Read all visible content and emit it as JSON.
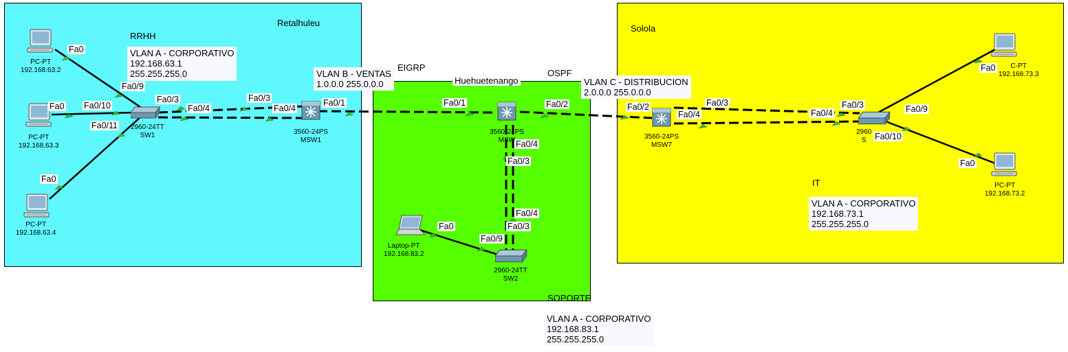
{
  "zones": {
    "retalhuleu": "Retalhuleu",
    "huehuetenango": "Huehuetenango",
    "solola": "Solola"
  },
  "protocols": {
    "eigrp": "EIGRP",
    "ospf": "OSPF"
  },
  "notes": {
    "rrhh": "RRHH",
    "vlan_a_ret": [
      "VLAN A - CORPORATIVO",
      "192.168.63.1",
      "255.255.255.0"
    ],
    "vlan_b": [
      "VLAN B - VENTAS",
      "1.0.0.0 255.0.0.0"
    ],
    "vlan_c": [
      "VLAN C - DISTRIBUCION",
      "2.0.0.0 255.0.0.0"
    ],
    "it": "IT",
    "vlan_a_sol": [
      "VLAN A - CORPORATIVO",
      "192.168.73.1",
      "255.255.255.0"
    ],
    "soporte": "SOPORTE",
    "vlan_a_hue": [
      "VLAN A - CORPORATIVO",
      "192.168.83.1",
      "255.255.255.0"
    ]
  },
  "devices": {
    "pc1": {
      "model": "PC-PT",
      "ip": "192.168.63.2",
      "icon": "pc-icon"
    },
    "pc2": {
      "model": "PC-PT",
      "ip": "192.168.63.3",
      "icon": "pc-icon"
    },
    "pc3": {
      "model": "PC-PT",
      "ip": "192.168.63.4",
      "icon": "pc-icon"
    },
    "sw1": {
      "model": "2960-24TT",
      "name": "SW1",
      "icon": "switch-icon"
    },
    "msw1": {
      "model": "3560-24PS",
      "name": "MSW1",
      "icon": "multilayer-switch-icon"
    },
    "mswh": {
      "model": "3560-24PS",
      "name": "MSW",
      "icon": "multilayer-switch-icon"
    },
    "sw2": {
      "model": "2960-24TT",
      "name": "SW2",
      "icon": "switch-icon"
    },
    "laptop": {
      "model": "Laptop-PT",
      "ip": "192.168.83.2",
      "icon": "laptop-icon"
    },
    "msw7": {
      "model": "3560-24PS",
      "name": "MSW7",
      "icon": "multilayer-switch-icon"
    },
    "swsol": {
      "model": "2960",
      "name": "S",
      "icon": "switch-icon"
    },
    "pc4": {
      "model": "C-PT",
      "ip": "192.168.73.3",
      "icon": "pc-icon"
    },
    "pc5": {
      "model": "PC-PT",
      "ip": "192.168.73.2",
      "icon": "pc-icon"
    }
  },
  "ports": {
    "pc1_fa0": "Fa0",
    "sw1_fa09": "Fa0/9",
    "pc2_fa0": "Fa0",
    "sw1_fa010": "Fa0/10",
    "sw1_fa011": "Fa0/11",
    "pc3_fa0": "Fa0",
    "sw1_fa03": "Fa0/3",
    "sw1_fa04": "Fa0/4",
    "msw1_fa03": "Fa0/3",
    "msw1_fa04": "Fa0/4",
    "msw1_fa01": "Fa0/1",
    "mswh_fa01": "Fa0/1",
    "mswh_fa02": "Fa0/2",
    "mswh_fa04": "Fa0/4",
    "mswh_fa03": "Fa0/3",
    "sw2_fa04": "Fa0/4",
    "sw2_fa03": "Fa0/3",
    "sw2_fa09": "Fa0/9",
    "laptop_fa0": "Fa0",
    "msw7_fa02": "Fa0/2",
    "msw7_fa04": "Fa0/4",
    "msw7_fa03": "Fa0/3",
    "swsol_fa04": "Fa0/4",
    "swsol_fa03": "Fa0/3",
    "swsol_fa09": "Fa0/9",
    "swsol_fa010": "Fa0/10",
    "pc4_fa0": "Fa0",
    "pc5_fa0": "Fa0"
  },
  "colors": {
    "retalhuleu": "#5ff8ff",
    "huehuetenango": "#55ff00",
    "solola": "#ffff00",
    "port_dot": "#4caf50"
  }
}
